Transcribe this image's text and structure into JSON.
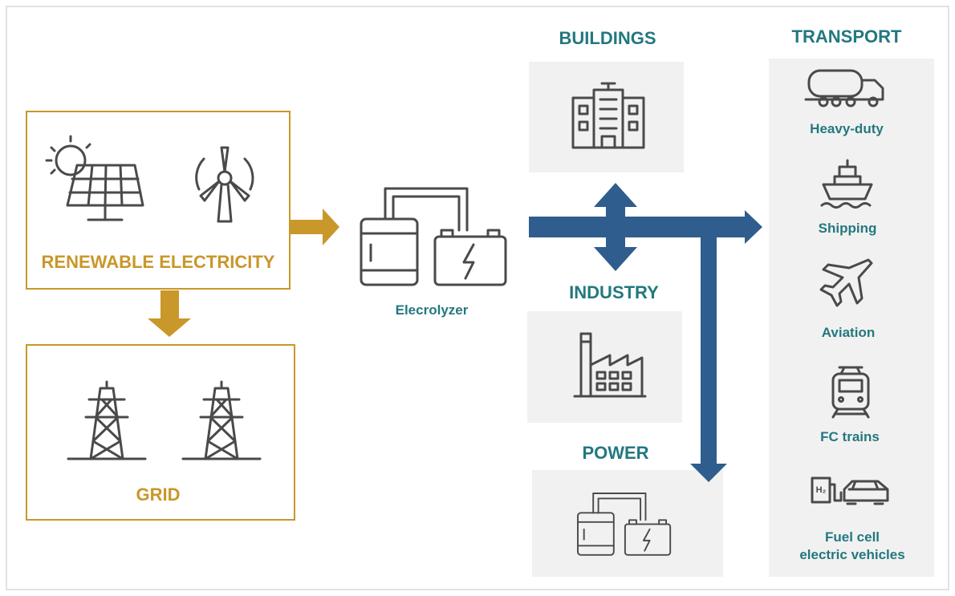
{
  "colors": {
    "gold": "#c9972a",
    "teal": "#23787f",
    "blue": "#2f5d8e",
    "icon": "#4a4a4a",
    "panel": "#f1f1f1"
  },
  "sources": {
    "renewable": {
      "title": "RENEWABLE ELECTRICITY",
      "icons": [
        "solar-panel-icon",
        "wind-turbine-icon"
      ]
    },
    "grid": {
      "title": "GRID",
      "icons": [
        "transmission-tower-icon",
        "transmission-tower-icon"
      ]
    }
  },
  "electrolyzer": {
    "label": "Elecrolyzer",
    "icon": "electrolyzer-icon"
  },
  "sectors": {
    "buildings": {
      "title": "BUILDINGS",
      "icon": "office-building-icon"
    },
    "industry": {
      "title": "INDUSTRY",
      "icon": "factory-icon"
    },
    "power": {
      "title": "POWER",
      "icon": "electrolyzer-battery-icon"
    },
    "transport": {
      "title": "TRANSPORT",
      "items": [
        {
          "label": "Heavy-duty",
          "icon": "tanker-truck-icon"
        },
        {
          "label": "Shipping",
          "icon": "ship-icon"
        },
        {
          "label": "Aviation",
          "icon": "airplane-icon"
        },
        {
          "label": "FC trains",
          "icon": "train-icon"
        },
        {
          "label_line1": "Fuel cell",
          "label_line2": "electric vehicles",
          "icon": "hydrogen-car-icon",
          "badge": "H₂"
        }
      ]
    }
  }
}
